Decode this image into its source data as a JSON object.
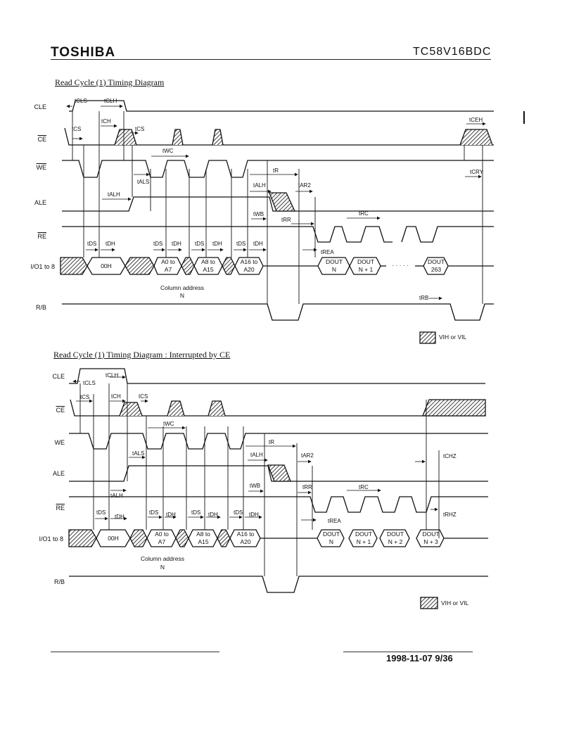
{
  "header": {
    "brand": "TOSHIBA",
    "part_number": "TC58V16BDC"
  },
  "diagram1": {
    "title": "Read Cycle (1) Timing Diagram",
    "signals": {
      "cle": "CLE",
      "ce": "CE",
      "we": "WE",
      "ale": "ALE",
      "re": "RE",
      "io": "I/O1 to 8",
      "rb": "R/B"
    },
    "cells": {
      "cmd": "00H",
      "a0": "A0 to",
      "a7": "A7",
      "a8": "A8 to",
      "a15": "A15",
      "a16": "A16 to",
      "a20": "A20",
      "d0a": "DOUT",
      "d0b": "N",
      "d1a": "DOUT",
      "d1b": "N + 1",
      "dots": "· · · · ·",
      "d2a": "DOUT",
      "d2b": "263"
    },
    "column_address": "Column address",
    "column_n": "N",
    "timing": {
      "tcls": "tCLS",
      "tclh": "tCLH",
      "tch": "tCH",
      "tcs": "tCS",
      "tceh": "tCEH",
      "twc": "tWC",
      "tr": "tR",
      "tcry": "tCRY",
      "tals": "tALS",
      "talh": "tALH",
      "talh2": "tALH",
      "tar2": "tAR2",
      "twb": "tWB",
      "trr": "tRR",
      "trc": "tRC",
      "trea": "tREA",
      "tds": "tDS",
      "tdh": "tDH",
      "trb": "tRB"
    },
    "legend": "VIH or VIL"
  },
  "diagram2": {
    "title": "Read Cycle (1) Timing Diagram : Interrupted by CE",
    "signals": {
      "cle": "CLE",
      "ce": "CE",
      "we": "WE",
      "ale": "ALE",
      "re": "RE",
      "io": "I/O1 to 8",
      "rb": "R/B"
    },
    "cells": {
      "cmd": "00H",
      "a0": "A0 to",
      "a7": "A7",
      "a8": "A8 to",
      "a15": "A15",
      "a16": "A16 to",
      "a20": "A20",
      "d0a": "DOUT",
      "d0b": "N",
      "d1a": "DOUT",
      "d1b": "N + 1",
      "d2a": "DOUT",
      "d2b": "N + 2",
      "d3a": "DOUT",
      "d3b": "N + 3"
    },
    "column_address": "Column address",
    "column_n": "N",
    "timing": {
      "tcls": "tCLS",
      "tclh": "tCLH",
      "tch": "tCH",
      "tcs": "tCS",
      "tcs2": "tCS",
      "twc": "tWC",
      "tr": "tR",
      "tchz": "tCHZ",
      "tals": "tALS",
      "talh": "tALH",
      "talh2": "tALH",
      "tar2": "tAR2",
      "twb": "tWB",
      "trr": "tRR",
      "trc": "tRC",
      "trea": "tREA",
      "trhz": "tRHZ",
      "tds": "tDS",
      "tdh": "tDH"
    },
    "legend": "VIH or VIL"
  },
  "footer": {
    "date_page": "1998-11-07  9/36"
  }
}
